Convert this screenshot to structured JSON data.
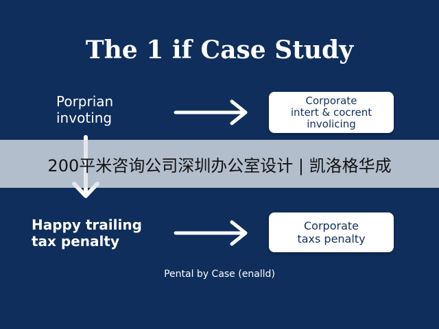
{
  "diagram": {
    "title": "The 1 if Case Study",
    "top_left_label": "Porprian\ninvoting",
    "top_right_box": "Corporate\nintert & cocrent\ninvolicing",
    "bottom_left_label": "Happy trailing\ntax penalty",
    "bottom_right_box": "Corporate\ntaxs penalty",
    "caption": "Pental by Case (enalld)"
  },
  "overlay": {
    "text": "200平米咨询公司深圳办公室设计 | 凯洛格华成"
  },
  "colors": {
    "background": "#0f2e5c",
    "box": "#ffffff",
    "box_text": "#0f2e5c",
    "overlay_band": "#dce2ea"
  }
}
